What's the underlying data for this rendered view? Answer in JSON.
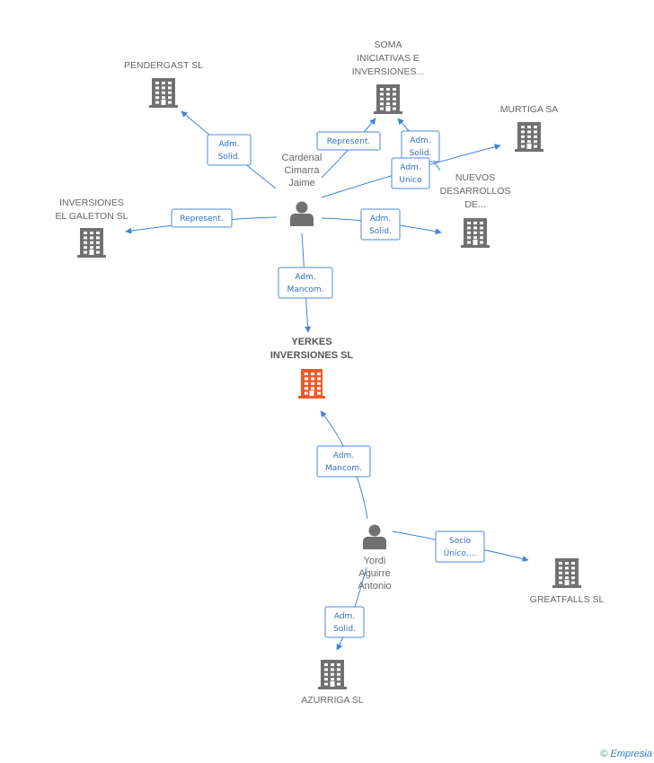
{
  "colors": {
    "edge": "#3d84db",
    "building": "#707070",
    "center_building": "#ef5a28",
    "person": "#707070"
  },
  "nodes": [
    {
      "id": "pendergast",
      "kind": "company",
      "icon": "building-icon",
      "lines": [
        "PENDERGAST SL"
      ]
    },
    {
      "id": "soma",
      "kind": "company",
      "icon": "building-icon",
      "lines": [
        "SOMA",
        "INICIATIVAS E",
        "INVERSIONES..."
      ]
    },
    {
      "id": "murtiga",
      "kind": "company",
      "icon": "building-icon",
      "lines": [
        "MURTIGA SA"
      ]
    },
    {
      "id": "nuevos",
      "kind": "company",
      "icon": "building-icon",
      "lines": [
        "NUEVOS",
        "DESARROLLOS",
        "DE..."
      ]
    },
    {
      "id": "galeton",
      "kind": "company",
      "icon": "building-icon",
      "lines": [
        "INVERSIONES",
        "EL GALETON SL"
      ]
    },
    {
      "id": "yerkes",
      "kind": "center",
      "icon": "building-icon",
      "lines": [
        "YERKES",
        "INVERSIONES SL"
      ]
    },
    {
      "id": "cardenal",
      "kind": "person",
      "icon": "person-icon",
      "lines": [
        "Cardenal",
        "Cimarra",
        "Jaime"
      ]
    },
    {
      "id": "yordi",
      "kind": "person",
      "icon": "person-icon",
      "lines": [
        "Yordi",
        "Aguirre",
        "Antonio"
      ]
    },
    {
      "id": "greatfalls",
      "kind": "company",
      "icon": "building-icon",
      "lines": [
        "GREATFALLS SL"
      ]
    },
    {
      "id": "azurriga",
      "kind": "company",
      "icon": "building-icon",
      "lines": [
        "AZURRIGA SL"
      ]
    }
  ],
  "edges": [
    {
      "from": "cardenal",
      "to": "pendergast",
      "lines": [
        "Adm.",
        "Solid."
      ]
    },
    {
      "from": "cardenal",
      "to": "soma",
      "lines": [
        "Represent."
      ]
    },
    {
      "from": "cardenal",
      "to": "soma",
      "lines": [
        "Adm.",
        "Solid."
      ]
    },
    {
      "from": "cardenal",
      "to": "murtiga",
      "lines": [
        "Adm.",
        "Unico"
      ]
    },
    {
      "from": "cardenal",
      "to": "galeton",
      "lines": [
        "Represent."
      ]
    },
    {
      "from": "cardenal",
      "to": "nuevos",
      "lines": [
        "Adm.",
        "Solid."
      ]
    },
    {
      "from": "cardenal",
      "to": "yerkes",
      "lines": [
        "Adm.",
        "Mancom."
      ]
    },
    {
      "from": "yordi",
      "to": "yerkes",
      "lines": [
        "Adm.",
        "Mancom."
      ]
    },
    {
      "from": "yordi",
      "to": "greatfalls",
      "lines": [
        "Socio",
        "Único,..."
      ]
    },
    {
      "from": "yordi",
      "to": "azurriga",
      "lines": [
        "Adm.",
        "Solid."
      ]
    }
  ],
  "footer": {
    "copyright": "©",
    "brand": "Empresia"
  }
}
